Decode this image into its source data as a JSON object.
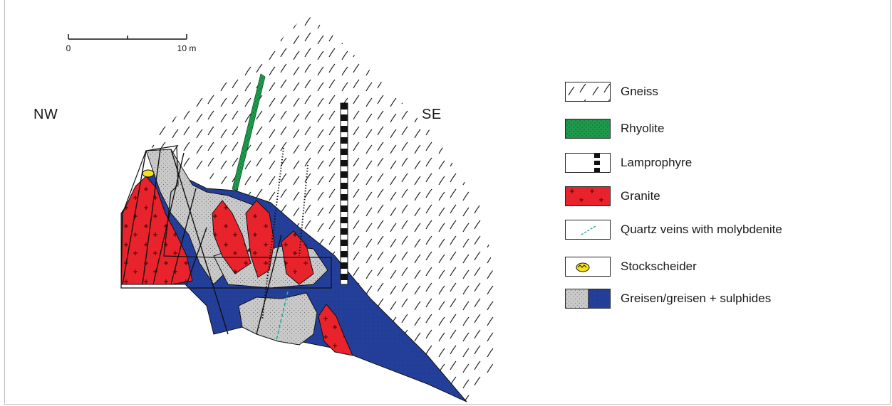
{
  "scale_bar": {
    "start_label": "0",
    "end_label": "10 m"
  },
  "orientation": {
    "left": "NW",
    "right": "SE"
  },
  "legend": {
    "items": [
      {
        "key": "gneiss",
        "label": "Gneiss",
        "color": "#ffffff"
      },
      {
        "key": "rhyolite",
        "label": "Rhyolite",
        "color": "#1f9a4c"
      },
      {
        "key": "lamprophyre",
        "label": "Lamprophyre",
        "color": "#111111"
      },
      {
        "key": "granite",
        "label": "Granite",
        "color": "#e8232b"
      },
      {
        "key": "quartz",
        "label": "Quartz veins with molybdenite",
        "color": "#2aa7a0"
      },
      {
        "key": "stockscheider",
        "label": "Stockscheider",
        "color": "#f2e21b"
      },
      {
        "key": "greisen",
        "label": "Greisen/greisen + sulphides",
        "color": "#c9c9c9",
        "color2": "#233f9a"
      }
    ]
  }
}
